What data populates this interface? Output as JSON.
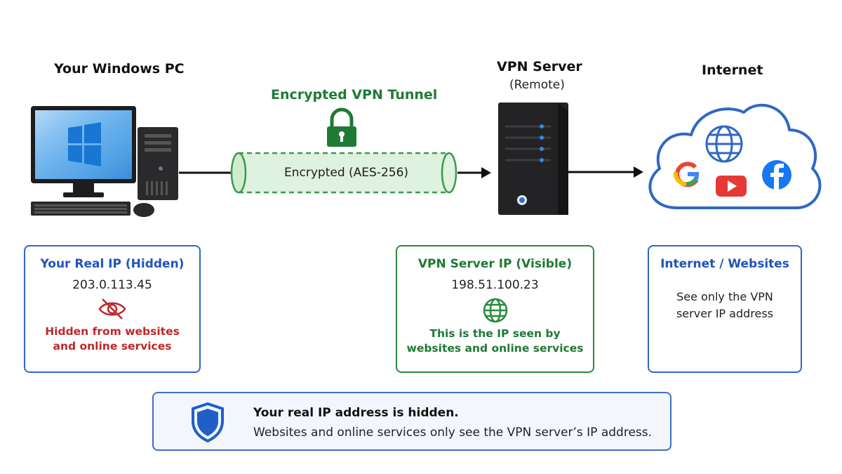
{
  "pc": {
    "title": "Your Windows PC"
  },
  "tunnel": {
    "title": "Encrypted VPN Tunnel",
    "label": "Encrypted (AES-256)"
  },
  "server": {
    "title": "VPN Server",
    "subtitle": "(Remote)"
  },
  "internet": {
    "title": "Internet"
  },
  "cards": {
    "real_ip": {
      "title": "Your Real IP (Hidden)",
      "ip": "203.0.113.45",
      "note_line1": "Hidden from websites",
      "note_line2": "and online services",
      "icon": "eye-off-icon"
    },
    "server_ip": {
      "title": "VPN Server IP (Visible)",
      "ip": "198.51.100.23",
      "note_line1": "This is the IP seen by",
      "note_line2": "websites and online services",
      "icon": "globe-icon"
    },
    "websites": {
      "title": "Internet / Websites",
      "note_line1": "See only the VPN",
      "note_line2": "server IP address"
    }
  },
  "banner": {
    "title": "Your real IP address is hidden.",
    "text": "Websites and online services only see the VPN server’s IP address.",
    "icon": "shield-icon"
  },
  "colors": {
    "green": "#1e7a34",
    "blue": "#1f55b8",
    "red": "#c0262a",
    "windows_blue": "#1e88e5"
  }
}
